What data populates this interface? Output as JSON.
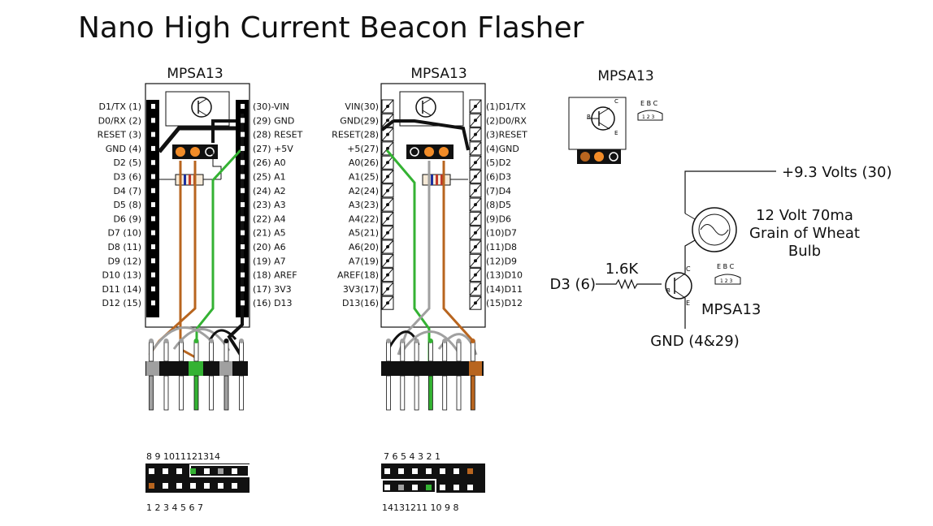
{
  "title": "Nano High Current Beacon Flasher",
  "transistor_part": "MPSA13",
  "ebc": "E B C",
  "pins123": "1 2 3",
  "pin_letters": {
    "b": "B",
    "c": "C",
    "e": "E"
  },
  "left_board": {
    "left_pins": [
      "D1/TX (1)",
      "D0/RX (2)",
      "RESET (3)",
      "GND (4)",
      "D2 (5)",
      "D3 (6)",
      "D4 (7)",
      "D5 (8)",
      "D6 (9)",
      "D7 (10)",
      "D8 (11)",
      "D9 (12)",
      "D10 (13)",
      "D11 (14)",
      "D12 (15)"
    ],
    "right_pins": [
      "(30)-VIN",
      "(29) GND",
      "(28) RESET",
      "(27) +5V",
      "(26) A0",
      "(25) A1",
      "(24) A2",
      "(23) A3",
      "(22) A4",
      "(21) A5",
      "(20) A6",
      "(19) A7",
      "(18) AREF",
      "(17) 3V3",
      "(16) D13"
    ]
  },
  "right_board": {
    "left_pins": [
      "VIN(30)",
      "GND(29)",
      "RESET(28)",
      "+5(27)",
      "A0(26)",
      "A1(25)",
      "A2(24)",
      "A3(23)",
      "A4(22)",
      "A5(21)",
      "A6(20)",
      "A7(19)",
      "AREF(18)",
      "3V3(17)",
      "D13(16)"
    ],
    "right_pins": [
      "(1)D1/TX",
      "(2)D0/RX",
      "(3)RESET",
      "(4)GND",
      "(5)D2",
      "(6)D3",
      "(7)D4",
      "(8)D5",
      "(9)D6",
      "(10)D7",
      "(11)D8",
      "(12)D9",
      "(13)D10",
      "(14)D11",
      "(15)D12"
    ]
  },
  "connector_left": {
    "top_numbers": "8 9 1011121314",
    "bottom_numbers": "1 2 3 4 5 6 7"
  },
  "connector_right": {
    "top_numbers": "7 6 5 4 3 2 1",
    "bottom_numbers": "14131211 10 9 8"
  },
  "schematic": {
    "supply": "+9.3 Volts (30)",
    "bulb_line1": "12 Volt  70ma",
    "bulb_line2": "Grain of Wheat",
    "bulb_line3": "Bulb",
    "resistor": "1.6K",
    "input": "D3 (6)",
    "transistor": "MPSA13",
    "ground": "GND (4&29)"
  },
  "colors": {
    "brown": "#b8651f",
    "orange": "#f28c28",
    "green": "#34b233",
    "gray": "#a0a0a0",
    "black": "#111111"
  }
}
